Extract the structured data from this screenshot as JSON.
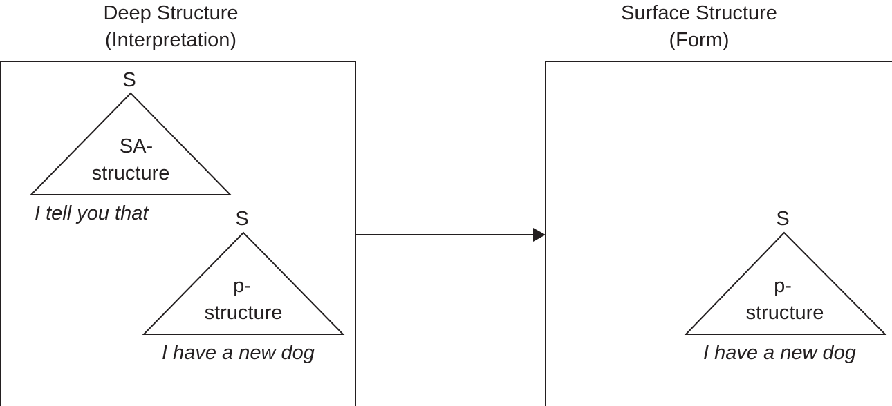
{
  "deep": {
    "title": "Deep Structure",
    "subtitle": "(Interpretation)",
    "tree1": {
      "root": "S",
      "line1": "SA-",
      "line2": "structure",
      "gloss": "I tell you that"
    },
    "tree2": {
      "root": "S",
      "line1": "p-",
      "line2": "structure",
      "gloss": "I have a new dog"
    }
  },
  "surface": {
    "title": "Surface Structure",
    "subtitle": "(Form)",
    "tree": {
      "root": "S",
      "line1": "p-",
      "line2": "structure",
      "gloss": "I have a new dog"
    }
  },
  "colors": {
    "ink": "#231f20",
    "background": "#ffffff"
  }
}
